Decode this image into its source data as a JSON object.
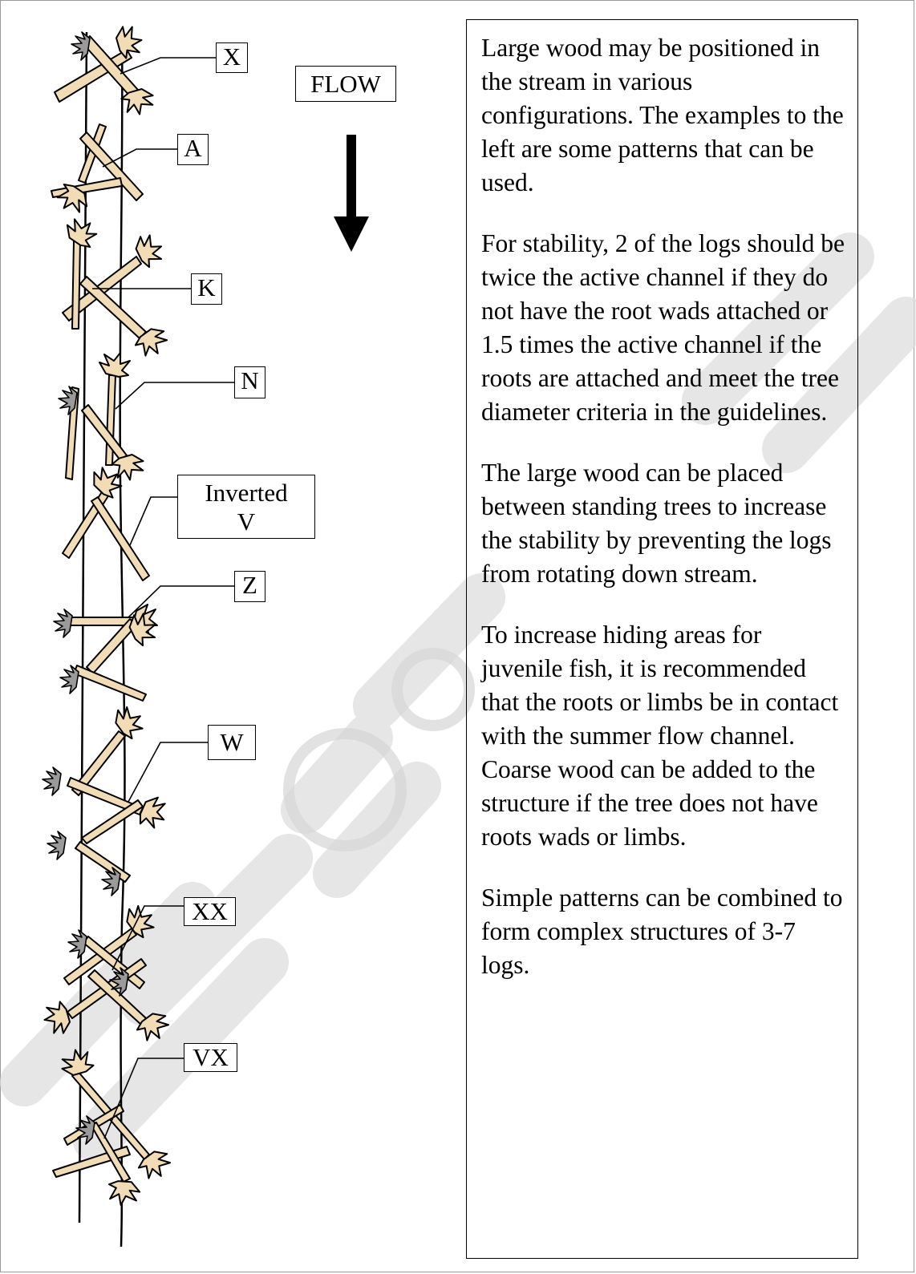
{
  "diagram": {
    "labels": {
      "x": "X",
      "flow": "FLOW",
      "a": "A",
      "k": "K",
      "n": "N",
      "inverted_v_line1": "Inverted",
      "inverted_v_line2": "V",
      "z": "Z",
      "w": "W",
      "xx": "XX",
      "vx": "VX"
    },
    "colors": {
      "log_fill": "#f2dcb6",
      "outline": "#000000",
      "watermark": "#dcdcdc"
    }
  },
  "panel": {
    "paragraphs": [
      "Large wood may be positioned in the stream in various configurations. The examples to the left are some patterns that can be used.",
      "For stability, 2 of the logs should be twice the active channel if they do not have the root wads attached or 1.5 times the active channel if the roots are attached and meet the tree diameter criteria in the guidelines.",
      "The large wood can be placed between standing trees to increase the stability by preventing the logs from rotating down stream.",
      "To increase hiding areas for juvenile fish, it is recommended that the roots or limbs be in contact with the summer flow channel. Coarse wood can be added to the structure if the tree does not have roots wads or limbs.",
      "Simple patterns can be combined to form complex structures of 3-7 logs."
    ]
  }
}
